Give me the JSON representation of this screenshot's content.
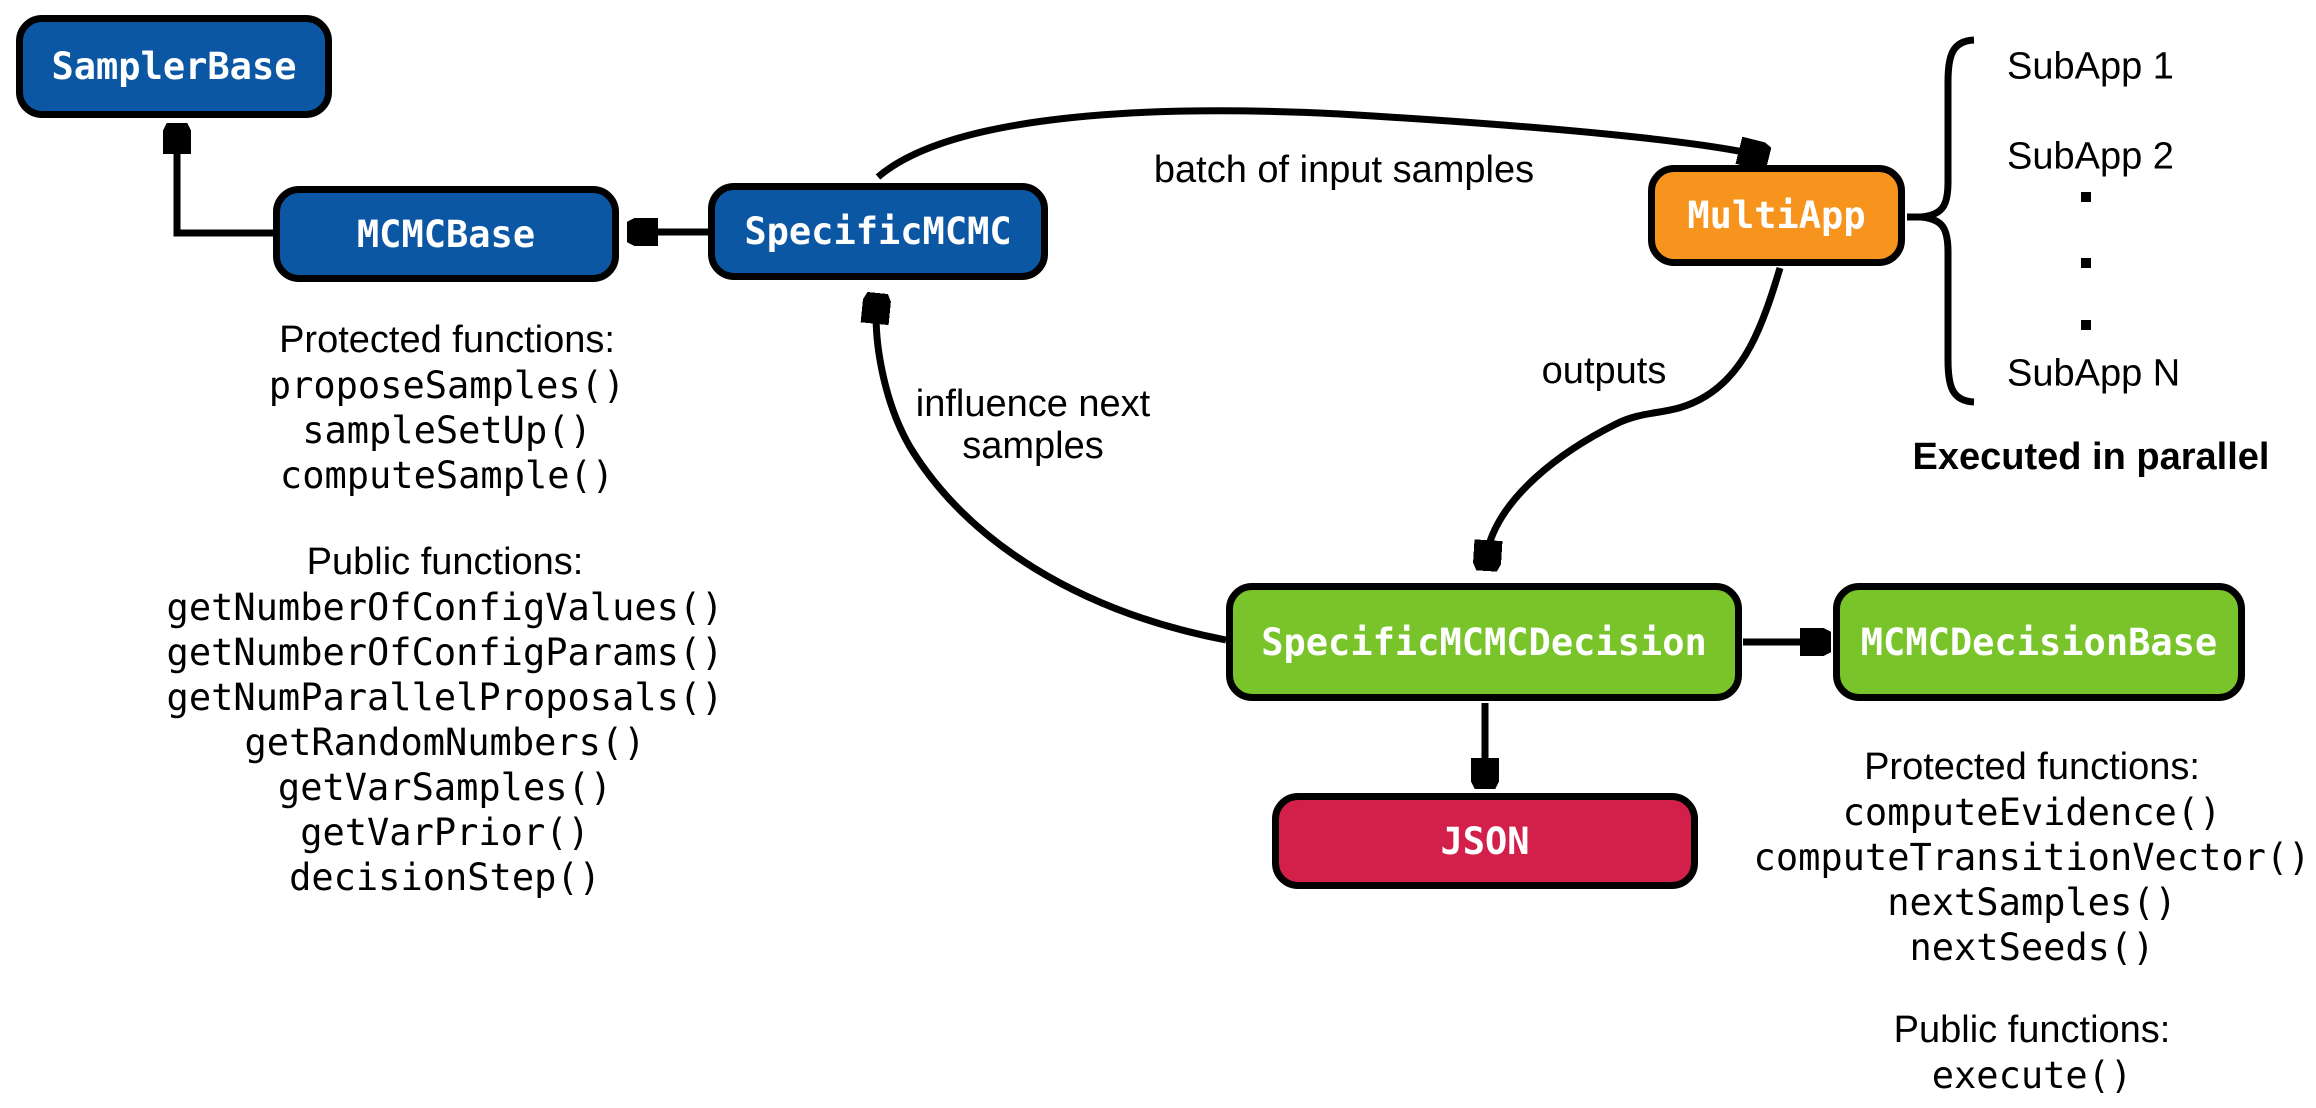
{
  "diagram": {
    "boxes": {
      "sampler_base": {
        "label": "SamplerBase",
        "color": "#0c57a4"
      },
      "mcmc_base": {
        "label": "MCMCBase",
        "color": "#0c57a4"
      },
      "specific_mcmc": {
        "label": "SpecificMCMC",
        "color": "#0c57a4"
      },
      "multi_app": {
        "label": "MultiApp",
        "color": "#f7941e"
      },
      "specific_mcmc_decision": {
        "label": "SpecificMCMCDecision",
        "color": "#79c42a"
      },
      "mcmc_decision_base": {
        "label": "MCMCDecisionBase",
        "color": "#79c42a"
      },
      "json": {
        "label": "JSON",
        "color": "#d3204b"
      }
    },
    "edge_labels": {
      "batch": "batch of input samples",
      "outputs": "outputs",
      "influence_line1": "influence next",
      "influence_line2": "samples"
    },
    "mcmc_base_functions": {
      "protected_title": "Protected functions:",
      "protected_items": [
        "proposeSamples()",
        "sampleSetUp()",
        "computeSample()"
      ],
      "public_title": "Public functions:",
      "public_items": [
        "getNumberOfConfigValues()",
        "getNumberOfConfigParams()",
        "getNumParallelProposals()",
        "getRandomNumbers()",
        "getVarSamples()",
        "getVarPrior()",
        "decisionStep()"
      ]
    },
    "decision_base_functions": {
      "protected_title": "Protected functions:",
      "protected_items": [
        "computeEvidence()",
        "computeTransitionVector()",
        "nextSamples()",
        "nextSeeds()"
      ],
      "public_title": "Public functions:",
      "public_items": [
        "execute()"
      ]
    },
    "subapps": {
      "first": "SubApp 1",
      "second": "SubApp 2",
      "last": "SubApp N",
      "note": "Executed in parallel"
    }
  }
}
